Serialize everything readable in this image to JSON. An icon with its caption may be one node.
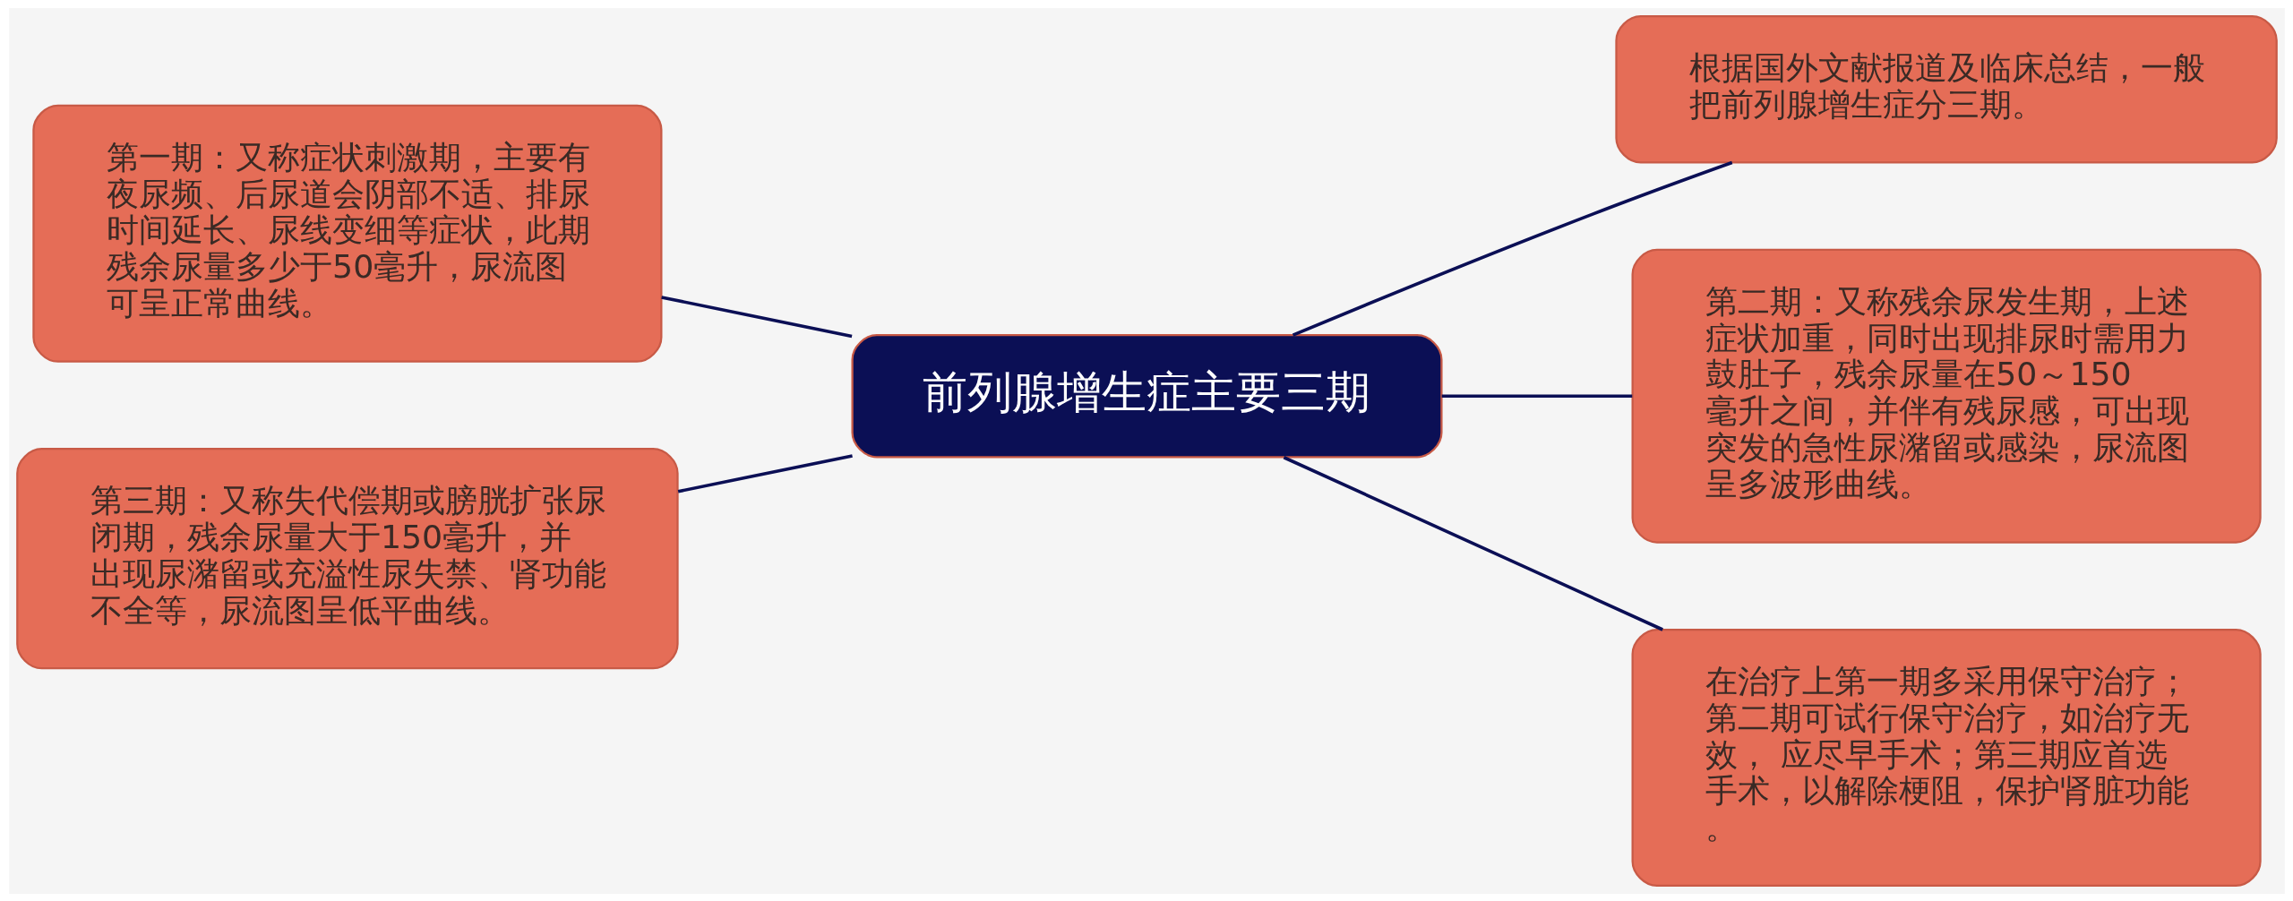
{
  "diagram": {
    "nodes": [
      {
        "text": [
          "前列腺增生症主要三期"
        ]
      },
      {
        "text": [
          "第一期：又称症状刺激期，主要有夜尿频、后尿道会阴部不适、排尿时间延长、尿线变细等症状，此期残余尿量多少于50毫升，尿流图可呈正常曲线。"
        ]
      },
      {
        "text": [
          "第三期：又称失代偿期或膀胱扩张尿闭期，残余尿量大于150毫升，并出现尿潴留或充溢性尿失禁、肾功能不全等，尿流图呈低平曲线。"
        ]
      },
      {
        "text": [
          "根据国外文献报道及临床总结，一般把前列腺增生症分三期。"
        ]
      },
      {
        "text": [
          "第二期：又称残余尿发生期，上述症状加重，同时出现排尿时需用力鼓肚子，残余尿量在50～150毫升之间，并伴有残尿感，可出现突发的急性尿潴留或感染，尿流图呈多波形曲线。"
        ]
      },
      {
        "text": [
          "在治疗上第一期多采用保守治疗；第二期可试行保守治疗，如治疗无效， 应尽早手术；第三期应首选手术，以解除梗阻，保护肾脏功能。"
        ]
      }
    ],
    "edges": [
      {
        "from": 0,
        "to": 1,
        "arrow": "none"
      },
      {
        "from": 0,
        "to": 2,
        "arrow": "none"
      },
      {
        "from": 0,
        "to": 3,
        "arrow": "none"
      },
      {
        "from": 0,
        "to": 4,
        "arrow": "none"
      },
      {
        "from": 0,
        "to": 5,
        "arrow": "none"
      }
    ]
  }
}
